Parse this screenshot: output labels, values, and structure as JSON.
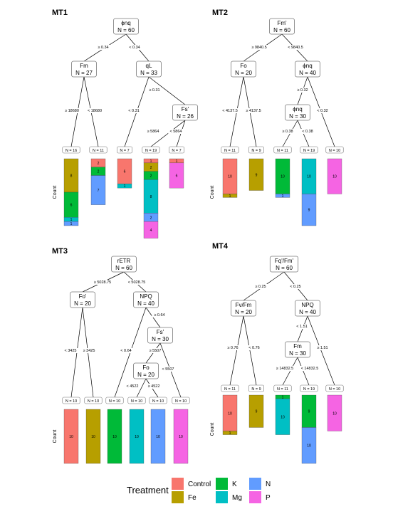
{
  "colors": {
    "Control": "#F8766D",
    "Fe": "#B79F00",
    "K": "#00BA38",
    "Mg": "#00BFC4",
    "N": "#619CFF",
    "P": "#F564E3"
  },
  "legend": {
    "title": "Treatment",
    "items": [
      {
        "label": "Control",
        "color": "#F8766D"
      },
      {
        "label": "Fe",
        "color": "#B79F00"
      },
      {
        "label": "K",
        "color": "#00BA38"
      },
      {
        "label": "Mg",
        "color": "#00BFC4"
      },
      {
        "label": "N",
        "color": "#619CFF"
      },
      {
        "label": "P",
        "color": "#F564E3"
      }
    ]
  },
  "panels": [
    {
      "id": "MT1",
      "title": "MT1",
      "y_label": "Count",
      "nodes": [
        {
          "id": "n1",
          "label": "ϕnq",
          "n": "N = 60"
        },
        {
          "id": "n2",
          "label": "Fm",
          "n": "N = 27"
        },
        {
          "id": "n3",
          "label": "qL",
          "n": "N = 33"
        },
        {
          "id": "n4",
          "label": "Fs'",
          "n": "N = 26"
        }
      ],
      "edges": [
        {
          "from": "n1",
          "to": "n2",
          "label": "≥ 0.34"
        },
        {
          "from": "n1",
          "to": "n3",
          "label": "< 0.34"
        },
        {
          "from": "n2",
          "to": "l1",
          "label": "≥ 18680"
        },
        {
          "from": "n2",
          "to": "l2",
          "label": "< 18680"
        },
        {
          "from": "n3",
          "to": "l3",
          "label": "< 0.31"
        },
        {
          "from": "n3",
          "to": "n4",
          "label": "≥ 0.31"
        },
        {
          "from": "n4",
          "to": "l4",
          "label": "≥ 5864"
        },
        {
          "from": "n4",
          "to": "l5",
          "label": "< 5864"
        }
      ],
      "leaves": [
        {
          "id": "l1",
          "n": "N = 16",
          "segments": [
            {
              "t": "Fe",
              "c": 8
            },
            {
              "t": "K",
              "c": 6
            },
            {
              "t": "Mg",
              "c": 1
            },
            {
              "t": "N",
              "c": 1
            }
          ]
        },
        {
          "id": "l2",
          "n": "N = 11",
          "segments": [
            {
              "t": "Control",
              "c": 2
            },
            {
              "t": "K",
              "c": 2
            },
            {
              "t": "N",
              "c": 7
            }
          ]
        },
        {
          "id": "l3",
          "n": "N = 7",
          "segments": [
            {
              "t": "Control",
              "c": 6
            },
            {
              "t": "Mg",
              "c": 1
            }
          ]
        },
        {
          "id": "l4",
          "n": "N = 19",
          "segments": [
            {
              "t": "Control",
              "c": 1
            },
            {
              "t": "Fe",
              "c": 2
            },
            {
              "t": "K",
              "c": 2
            },
            {
              "t": "Mg",
              "c": 8
            },
            {
              "t": "N",
              "c": 2
            },
            {
              "t": "P",
              "c": 4
            }
          ]
        },
        {
          "id": "l5",
          "n": "N = 7",
          "segments": [
            {
              "t": "Control",
              "c": 1
            },
            {
              "t": "P",
              "c": 6
            }
          ]
        }
      ]
    },
    {
      "id": "MT2",
      "title": "MT2",
      "y_label": "Count",
      "nodes": [
        {
          "id": "n1",
          "label": "Fm'",
          "n": "N = 60"
        },
        {
          "id": "n2",
          "label": "Fo",
          "n": "N = 20"
        },
        {
          "id": "n3",
          "label": "ϕnq",
          "n": "N = 40"
        },
        {
          "id": "n4",
          "label": "ϕnq",
          "n": "N = 30"
        }
      ],
      "edges": [
        {
          "from": "n1",
          "to": "n2",
          "label": "≥ 9840.5"
        },
        {
          "from": "n1",
          "to": "n3",
          "label": "< 9840.5"
        },
        {
          "from": "n2",
          "to": "l1",
          "label": "< 4137.5"
        },
        {
          "from": "n2",
          "to": "l2",
          "label": "≥ 4137.5"
        },
        {
          "from": "n3",
          "to": "n4",
          "label": "≥ 0.32"
        },
        {
          "from": "n3",
          "to": "l5",
          "label": "< 0.32"
        },
        {
          "from": "n4",
          "to": "l3",
          "label": "≥ 0.38"
        },
        {
          "from": "n4",
          "to": "l4",
          "label": "< 0.38"
        }
      ],
      "leaves": [
        {
          "id": "l1",
          "n": "N = 11",
          "segments": [
            {
              "t": "Control",
              "c": 10
            },
            {
              "t": "Fe",
              "c": 1
            }
          ]
        },
        {
          "id": "l2",
          "n": "N = 9",
          "segments": [
            {
              "t": "Fe",
              "c": 9
            }
          ]
        },
        {
          "id": "l3",
          "n": "N = 11",
          "segments": [
            {
              "t": "K",
              "c": 10
            },
            {
              "t": "N",
              "c": 1
            }
          ]
        },
        {
          "id": "l4",
          "n": "N = 19",
          "segments": [
            {
              "t": "Mg",
              "c": 10
            },
            {
              "t": "N",
              "c": 9
            }
          ]
        },
        {
          "id": "l5",
          "n": "N = 10",
          "segments": [
            {
              "t": "P",
              "c": 10
            }
          ]
        }
      ]
    },
    {
      "id": "MT3",
      "title": "MT3",
      "y_label": "Count",
      "nodes": [
        {
          "id": "n1",
          "label": "rETR",
          "n": "N = 60"
        },
        {
          "id": "n2",
          "label": "Fo'",
          "n": "N = 20"
        },
        {
          "id": "n3",
          "label": "NPQ",
          "n": "N = 40"
        },
        {
          "id": "n4",
          "label": "Fs'",
          "n": "N = 30"
        },
        {
          "id": "n5",
          "label": "Fo",
          "n": "N = 20"
        }
      ],
      "edges": [
        {
          "from": "n1",
          "to": "n2",
          "label": "≥ 5028.75"
        },
        {
          "from": "n1",
          "to": "n3",
          "label": "< 5028.75"
        },
        {
          "from": "n2",
          "to": "l1",
          "label": "< 3425"
        },
        {
          "from": "n2",
          "to": "l2",
          "label": "≥ 3425"
        },
        {
          "from": "n3",
          "to": "l3",
          "label": "< 0.64"
        },
        {
          "from": "n3",
          "to": "n4",
          "label": "≥ 0.64"
        },
        {
          "from": "n4",
          "to": "n5",
          "label": "≥ 5507"
        },
        {
          "from": "n4",
          "to": "l6",
          "label": "< 5507"
        },
        {
          "from": "n5",
          "to": "l4",
          "label": "< 4522"
        },
        {
          "from": "n5",
          "to": "l5",
          "label": "≥ 4522"
        }
      ],
      "leaves": [
        {
          "id": "l1",
          "n": "N = 10",
          "segments": [
            {
              "t": "Control",
              "c": 10
            }
          ]
        },
        {
          "id": "l2",
          "n": "N = 10",
          "segments": [
            {
              "t": "Fe",
              "c": 10
            }
          ]
        },
        {
          "id": "l3",
          "n": "N = 10",
          "segments": [
            {
              "t": "K",
              "c": 10
            }
          ]
        },
        {
          "id": "l4",
          "n": "N = 10",
          "segments": [
            {
              "t": "Mg",
              "c": 10
            }
          ]
        },
        {
          "id": "l5",
          "n": "N = 10",
          "segments": [
            {
              "t": "N",
              "c": 10
            }
          ]
        },
        {
          "id": "l6",
          "n": "N = 10",
          "segments": [
            {
              "t": "P",
              "c": 10
            }
          ]
        }
      ]
    },
    {
      "id": "MT4",
      "title": "MT4",
      "y_label": "Count",
      "nodes": [
        {
          "id": "n1",
          "label": "Fq'/Fm'",
          "n": "N = 60"
        },
        {
          "id": "n2",
          "label": "Fv/Fm",
          "n": "N = 20"
        },
        {
          "id": "n3",
          "label": "NPQ",
          "n": "N = 40"
        },
        {
          "id": "n4",
          "label": "Fm",
          "n": "N = 30"
        }
      ],
      "edges": [
        {
          "from": "n1",
          "to": "n2",
          "label": "≥ 0.25"
        },
        {
          "from": "n1",
          "to": "n3",
          "label": "< 0.25"
        },
        {
          "from": "n2",
          "to": "l1",
          "label": "≥ 0.76"
        },
        {
          "from": "n2",
          "to": "l2",
          "label": "< 0.76"
        },
        {
          "from": "n3",
          "to": "n4",
          "label": "< 1.51"
        },
        {
          "from": "n3",
          "to": "l5",
          "label": "≥ 1.51"
        },
        {
          "from": "n4",
          "to": "l3",
          "label": "≥ 14832.5"
        },
        {
          "from": "n4",
          "to": "l4",
          "label": "< 14832.5"
        }
      ],
      "leaves": [
        {
          "id": "l1",
          "n": "N = 11",
          "segments": [
            {
              "t": "Control",
              "c": 10
            },
            {
              "t": "Fe",
              "c": 1
            }
          ]
        },
        {
          "id": "l2",
          "n": "N = 9",
          "segments": [
            {
              "t": "Fe",
              "c": 9
            }
          ]
        },
        {
          "id": "l3",
          "n": "N = 11",
          "segments": [
            {
              "t": "K",
              "c": 1
            },
            {
              "t": "Mg",
              "c": 10
            }
          ]
        },
        {
          "id": "l4",
          "n": "N = 19",
          "segments": [
            {
              "t": "K",
              "c": 9
            },
            {
              "t": "N",
              "c": 10
            }
          ]
        },
        {
          "id": "l5",
          "n": "N = 10",
          "segments": [
            {
              "t": "P",
              "c": 10
            }
          ]
        }
      ]
    }
  ]
}
